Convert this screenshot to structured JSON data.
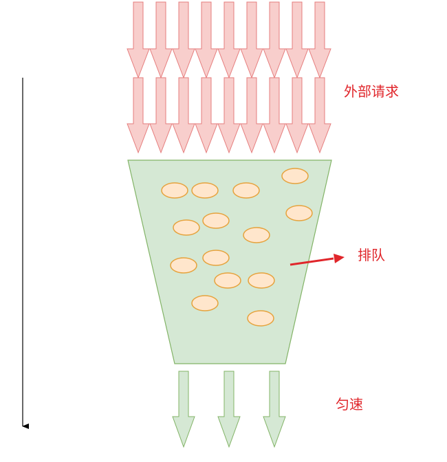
{
  "labels": {
    "external_requests": "外部请求",
    "queue": "排队",
    "uniform_rate": "匀速"
  },
  "colors": {
    "incoming_arrow_fill": "#f8cecc",
    "incoming_arrow_stroke": "#e57c7c",
    "funnel_fill": "#d5e8d4",
    "funnel_stroke": "#82b366",
    "request_fill": "#ffe6cc",
    "request_stroke": "#e6a23c",
    "label_color": "#e0262b",
    "pointer_arrow": "#e0262b",
    "timeline_color": "#000000"
  },
  "incoming_arrow_rows": 2,
  "incoming_arrows_per_row": 9,
  "queued_requests_count": 14,
  "outgoing_arrows_count": 3
}
